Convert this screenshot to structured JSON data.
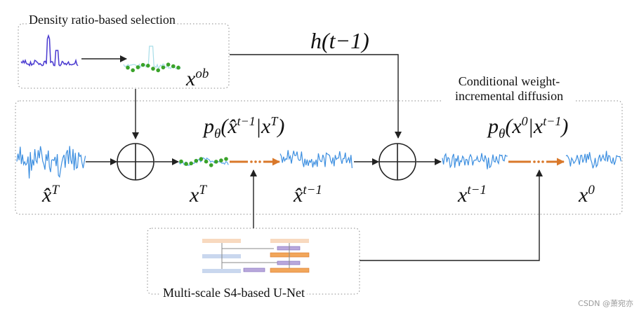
{
  "boxes": {
    "density_caption": "Density ratio-based selection",
    "diffusion_caption_line1": "Conditional weight-",
    "diffusion_caption_line2": "incremental diffusion",
    "unet_caption": "Multi-scale S4-based U-Net"
  },
  "labels": {
    "x_ob_base": "x",
    "x_ob_sup": "ob",
    "h_label": "h(t−1)",
    "xhat_T_base": "x̂",
    "xhat_T_sup": "T",
    "x_T_base": "x",
    "x_T_sup": "T",
    "xhat_tm1_base": "x̂",
    "xhat_tm1_sup": "t−1",
    "x_tm1_base": "x",
    "x_tm1_sup": "t−1",
    "x_0_base": "x",
    "x_0_sup": "0",
    "p_theta_1": "pθ(x̂t−1|xT)",
    "p_theta_2": "pθ(x0|xt−1)"
  },
  "colors": {
    "signal_blue": "#3d8fe0",
    "observed_purple": "#4a3ad0",
    "selected_green": "#3aa32a",
    "arrow_orange": "#d9782a",
    "unet_orange": "#f2a65a",
    "unet_blue": "#9db3d8",
    "unet_purple": "#9b88c8"
  },
  "watermark": "CSDN @萧宛亦"
}
